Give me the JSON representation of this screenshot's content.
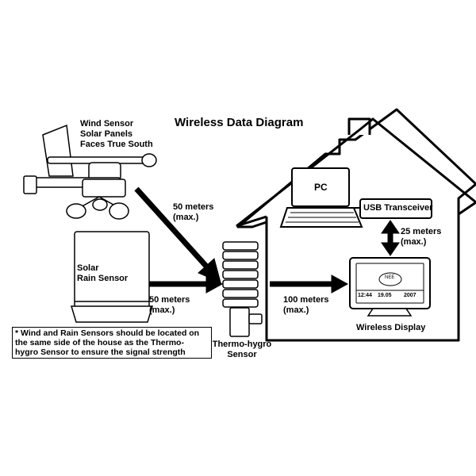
{
  "title": "Wireless Data Diagram",
  "wind_sensor": {
    "lines": [
      "Wind Sensor",
      "Solar Panels",
      "Faces True South"
    ]
  },
  "rain_sensor": {
    "lines": [
      "Solar",
      "Rain Sensor"
    ]
  },
  "thermo_sensor": {
    "lines": [
      "Thermo-hygro",
      "Sensor"
    ]
  },
  "pc": {
    "label": "PC"
  },
  "usb": {
    "label": "USB Transceiver"
  },
  "display": {
    "label": "Wireless Display",
    "screen": {
      "direction": "NEE",
      "time": "12:44",
      "date": "19.05",
      "year": "2007"
    }
  },
  "links": {
    "wind_to_thermo": [
      "50 meters",
      "(max.)"
    ],
    "rain_to_thermo": [
      "50 meters",
      "(max.)"
    ],
    "thermo_to_display": [
      "100 meters",
      "(max.)"
    ],
    "usb_to_display": [
      "25 meters",
      "(max.)"
    ]
  },
  "note": {
    "lines": [
      "* Wind and Rain Sensors should be located on",
      "the same side of the house as the Thermo-",
      "hygro Sensor to ensure the signal strength"
    ]
  }
}
